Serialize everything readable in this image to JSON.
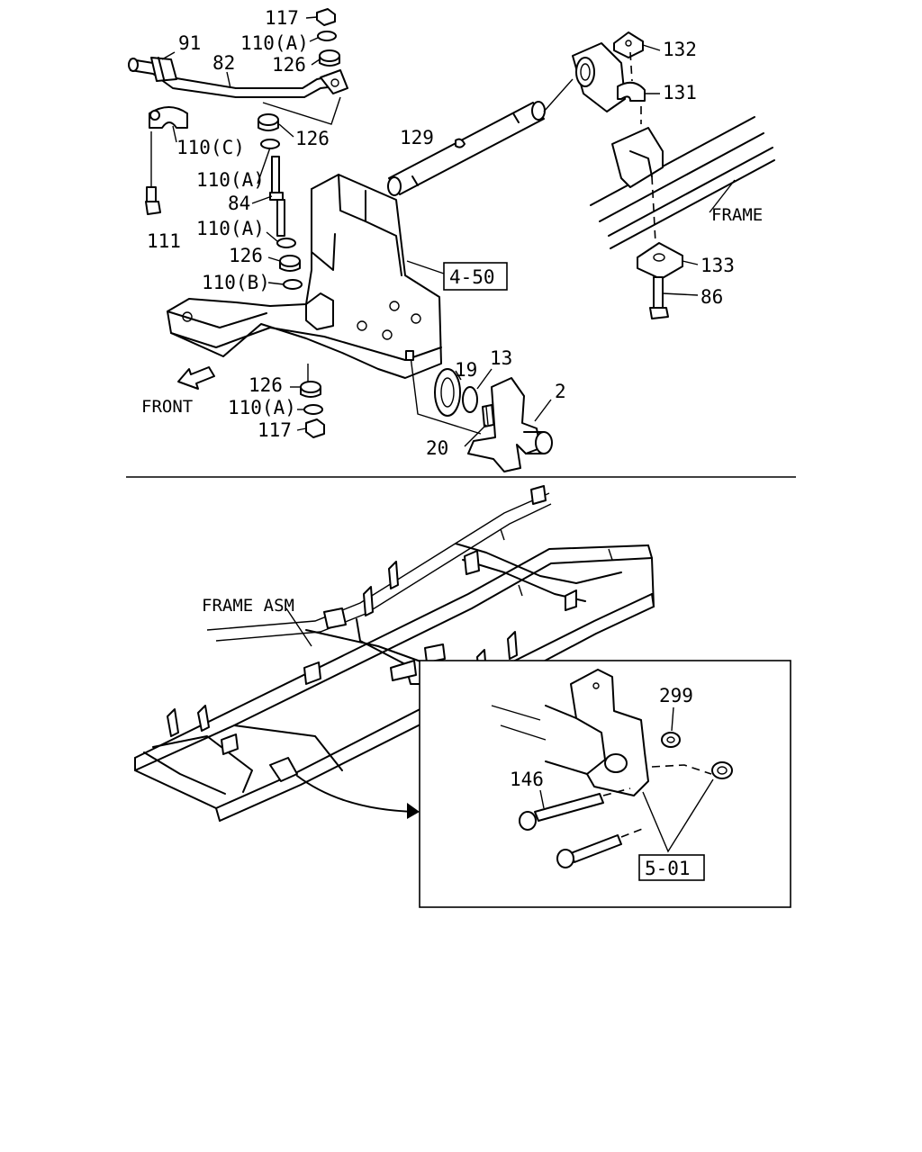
{
  "top_section": {
    "labels": {
      "l117a": "117",
      "l110A1": "110(A)",
      "l91": "91",
      "l82": "82",
      "l126a": "126",
      "l110C": "110(C)",
      "l126b": "126",
      "l129": "129",
      "l110A2": "110(A)",
      "l84": "84",
      "l110A3": "110(A)",
      "l111": "111",
      "l126c": "126",
      "l110B": "110(B)",
      "l4_50": "4-50",
      "l132": "132",
      "l131": "131",
      "lframe": "FRAME",
      "l133": "133",
      "l86": "86",
      "l19": "19",
      "l13": "13",
      "l2": "2",
      "l126d": "126",
      "l110A4": "110(A)",
      "l117b": "117",
      "l20": "20",
      "lfront": "FRONT"
    }
  },
  "bottom_section": {
    "labels": {
      "lframe_asm": "FRAME ASM",
      "l299": "299",
      "l146": "146",
      "l5_01": "5-01"
    }
  }
}
